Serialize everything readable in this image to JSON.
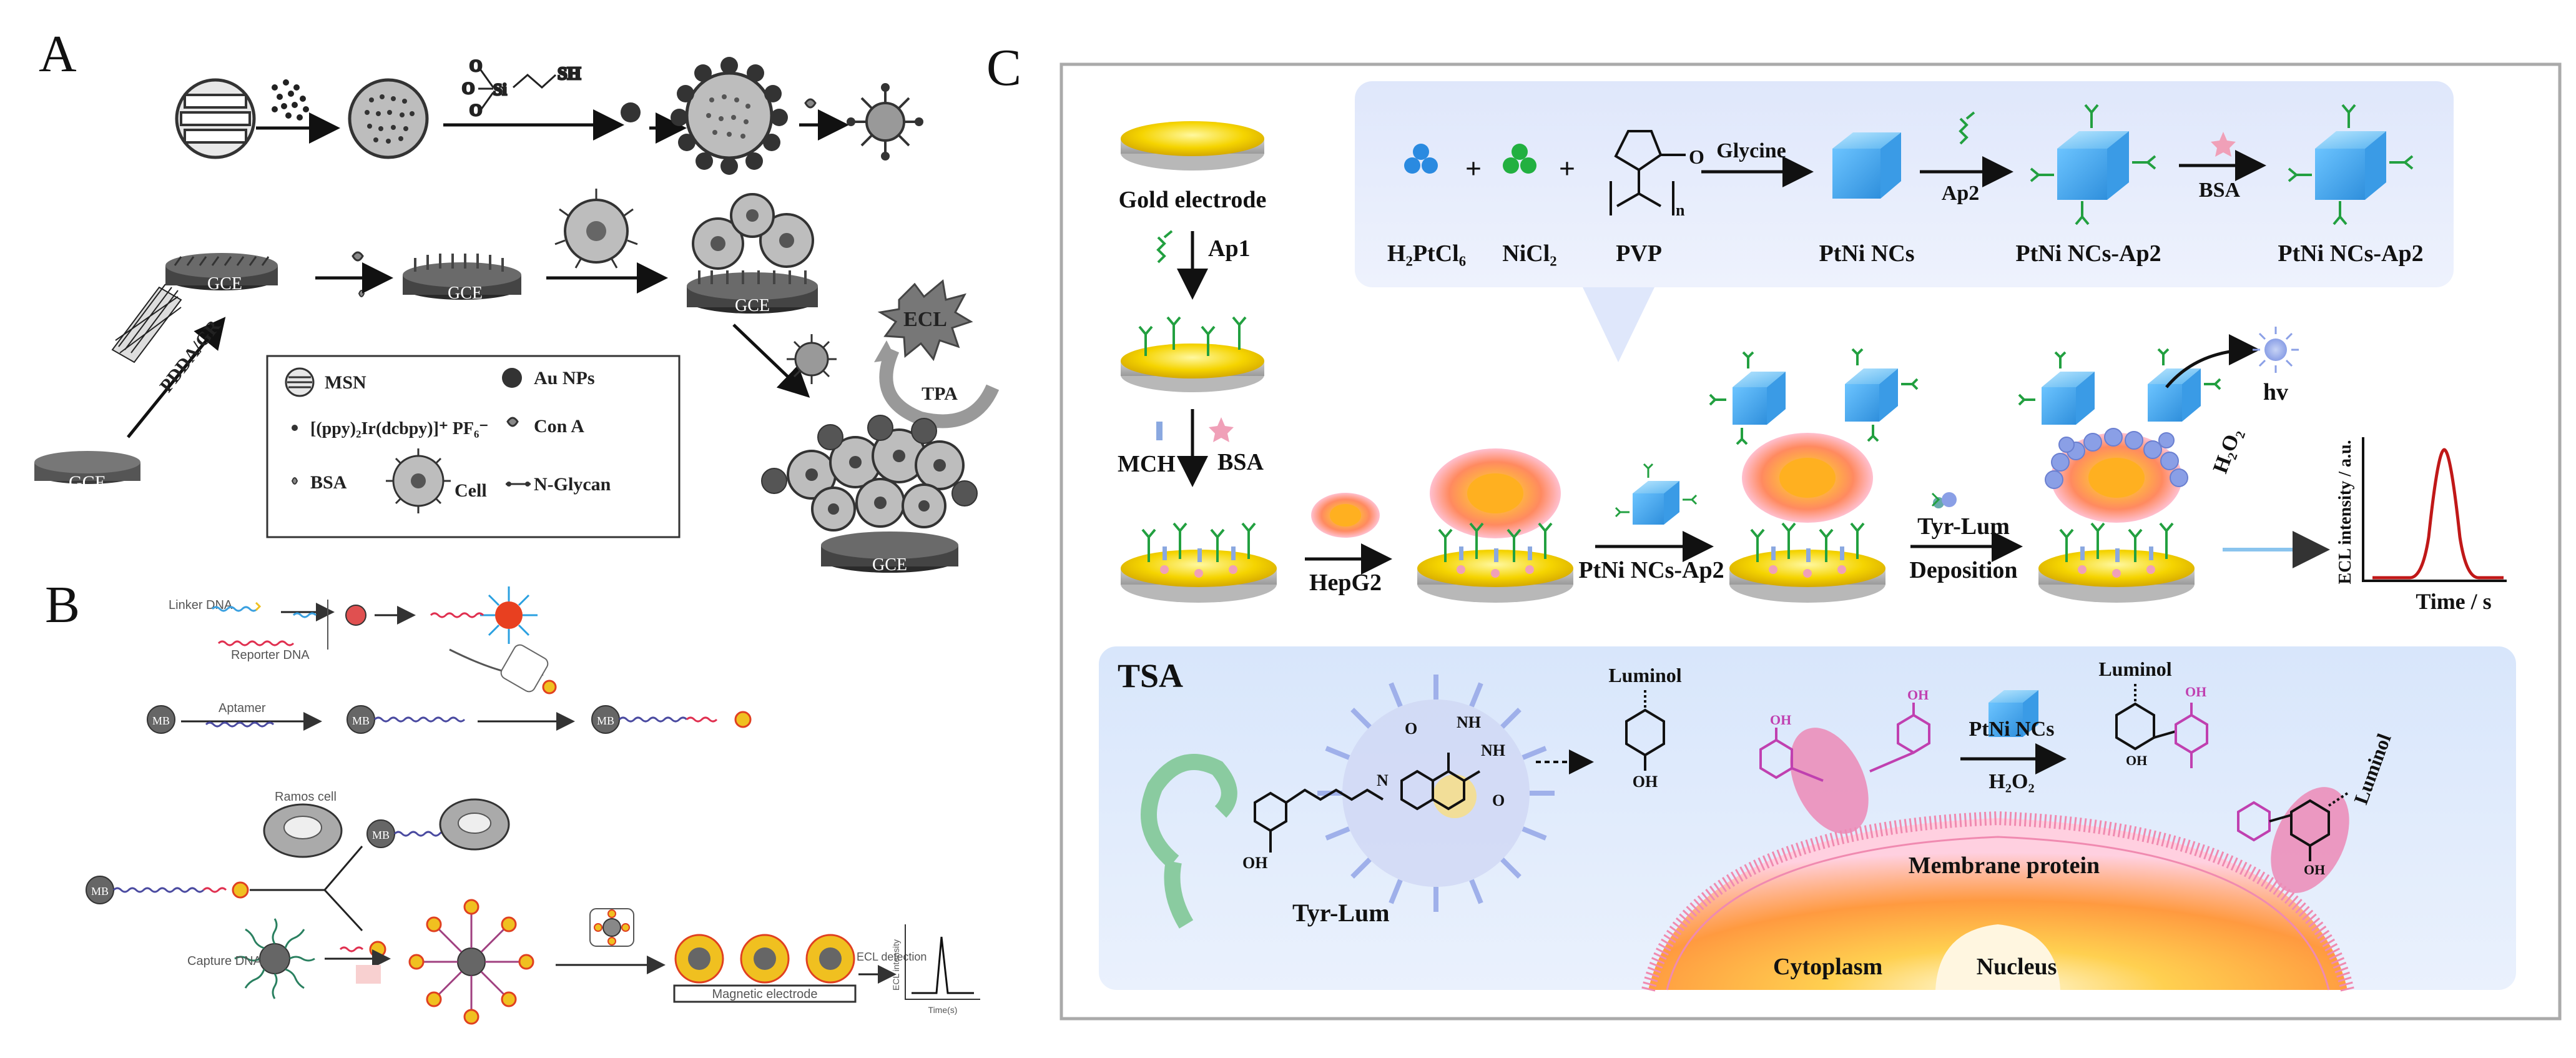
{
  "panels": {
    "A": {
      "letter": "A",
      "reagents": {
        "silane": "SH"
      },
      "electrode_labels": [
        "GCE",
        "GCE",
        "GCE",
        "GCE",
        "GCE"
      ],
      "modifier": "PDDA/GR",
      "ecl": "ECL",
      "tpa": "TPA",
      "legend": {
        "msn": "MSN",
        "au_nps": "Au NPs",
        "ru": "[(ppy)₂Ir(dcbpy)]⁺ PF₆⁻",
        "con_a": "Con A",
        "bsa": "BSA",
        "cell": "Cell",
        "n_glycan": "N-Glycan"
      }
    },
    "B": {
      "letter": "B",
      "linker_dna": "Linker DNA",
      "reporter_dna": "Reporter DNA",
      "aptamer": "Aptamer",
      "mb": "MB",
      "ramos_cell": "Ramos cell",
      "capture_dna": "Capture DNA",
      "magnetic_electrode": "Magnetic electrode",
      "ecl_detection": "ECL detection",
      "ecl_axis_y": "ECL intensity",
      "ecl_axis_x": "Time(s)"
    },
    "C": {
      "letter": "C",
      "gold_electrode": "Gold electrode",
      "ap1": "Ap1",
      "mch": "MCH",
      "bsa": "BSA",
      "hepg2": "HepG2",
      "ptni_ap2_step": "PtNi NCs-Ap2",
      "tyr_lum": "Tyr-Lum",
      "deposition": "Deposition",
      "hv": "hv",
      "h2o2": "H₂O₂",
      "ecl_y": "ECL intensity / a.u.",
      "ecl_x": "Time / s",
      "synthesis": {
        "h2ptcl6": "H₂PtCl₆",
        "nicl2": "NiCl₂",
        "pvp": "PVP",
        "glycine": "Glycine",
        "ptni_ncs": "PtNi NCs",
        "ap2": "Ap2",
        "ptni_ap2": "PtNi NCs-Ap2",
        "bsa": "BSA",
        "ptni_ap2_bsa": "PtNi NCs-Ap2",
        "plus": "+",
        "pvp_n": "n",
        "pvp_o": "O"
      },
      "tsa": {
        "title": "TSA",
        "luminol_1": "Luminol",
        "luminol_2": "Luminol",
        "luminol_3": "Luminol",
        "oh": "OH",
        "nh": "NH",
        "n": "N",
        "o": "O",
        "ptni_ncs": "PtNi NCs",
        "h2o2": "H₂O₂",
        "membrane_protein": "Membrane protein",
        "tyr_lum": "Tyr-Lum",
        "cytoplasm": "Cytoplasm",
        "nucleus": "Nucleus"
      }
    }
  }
}
